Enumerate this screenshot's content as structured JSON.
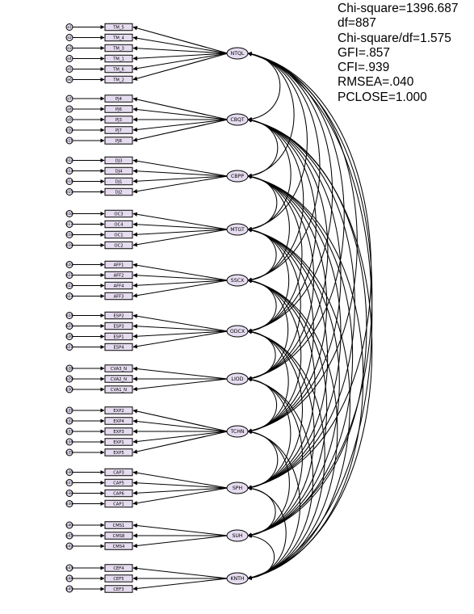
{
  "fit_statistics": [
    "Chi-square=1396.687",
    "df=887",
    "Chi-square/df=1.575",
    "GFI=.857",
    "CFI=.939",
    "RMSEA=.040",
    "PCLOSE=1.000"
  ],
  "colors": {
    "node_fill": "#e6dcf0",
    "stroke": "#000000",
    "background": "#ffffff"
  },
  "factors": [
    {
      "name": "NTQL",
      "indicators": [
        "TM_5",
        "TM_4",
        "TM_3",
        "TM_1",
        "TM_6",
        "TM_2"
      ],
      "error_labels": [
        "e1",
        "e2",
        "e3",
        "e4",
        "e5",
        "e6"
      ]
    },
    {
      "name": "CBQT",
      "indicators": [
        "PJ4",
        "PJ6",
        "PJ3",
        "PJ7",
        "PJ8"
      ],
      "error_labels": [
        "e7",
        "e8",
        "e9",
        "e10",
        "e11"
      ]
    },
    {
      "name": "CBPP",
      "indicators": [
        "DJ3",
        "DJ4",
        "DJ1",
        "DJ2"
      ],
      "error_labels": [
        "e12",
        "e13",
        "e14",
        "e15"
      ]
    },
    {
      "name": "MTGT",
      "indicators": [
        "OC3",
        "OC4",
        "OC1",
        "OC2"
      ],
      "error_labels": [
        "e16",
        "e17",
        "e18",
        "e19"
      ]
    },
    {
      "name": "SSCX",
      "indicators": [
        "AFF1",
        "AFF2",
        "AFF4",
        "AFF3"
      ],
      "error_labels": [
        "e20",
        "e21",
        "e22",
        "e23"
      ]
    },
    {
      "name": "ODCX",
      "indicators": [
        "ESP2",
        "ESP3",
        "ESP1",
        "ESP4"
      ],
      "error_labels": [
        "e24",
        "e25",
        "e26",
        "e27"
      ]
    },
    {
      "name": "LIOD",
      "indicators": [
        "CVA3_N",
        "CVA2_N",
        "CVA1_N"
      ],
      "error_labels": [
        "e28",
        "e29",
        "e30"
      ]
    },
    {
      "name": "TCHN",
      "indicators": [
        "EXP2",
        "EXP4",
        "EXP3",
        "EXP1",
        "EXP5"
      ],
      "error_labels": [
        "e31",
        "e32",
        "e33",
        "e34",
        "e35"
      ]
    },
    {
      "name": "SPH",
      "indicators": [
        "CAP3",
        "CAP5",
        "CAP6",
        "CAP1"
      ],
      "error_labels": [
        "e36",
        "e37",
        "e38",
        "e39"
      ]
    },
    {
      "name": "SUH",
      "indicators": [
        "CMS1",
        "CMS8",
        "CMS4"
      ],
      "error_labels": [
        "e40",
        "e41",
        "e42"
      ]
    },
    {
      "name": "KNTH",
      "indicators": [
        "CEF4",
        "CEF5",
        "CEF3"
      ],
      "error_labels": [
        "e43",
        "e44",
        "e45"
      ]
    }
  ]
}
